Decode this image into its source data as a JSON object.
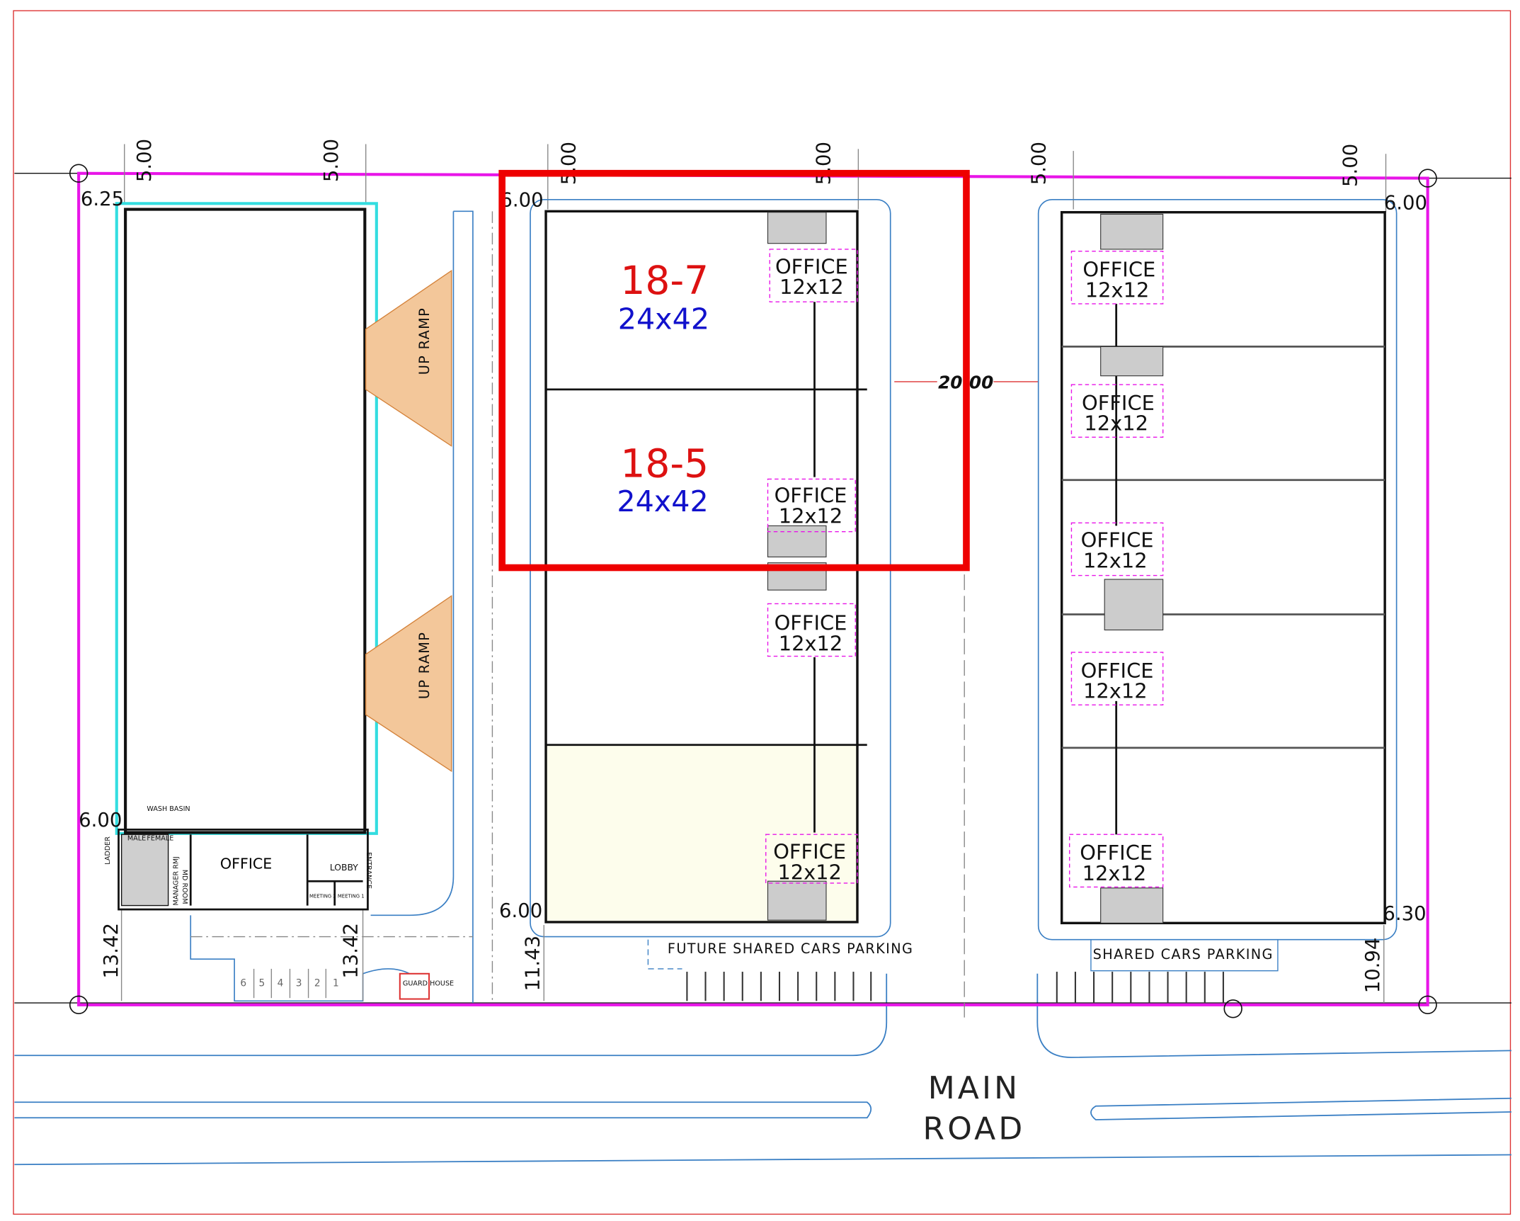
{
  "dimensions": {
    "top_setbacks": [
      "5.00",
      "5.00",
      "5.00",
      "5.00",
      "5.00",
      "5.00"
    ],
    "left_front": "6.25",
    "left_rear": "6.00",
    "left_road_1": "13.42",
    "left_road_2": "13.42",
    "mid_front": "6.00",
    "mid_rear": "6.00",
    "mid_road": "11.43",
    "right_front": "6.00",
    "right_rear": "6.30",
    "right_road": "10.94",
    "gap": "20.00"
  },
  "left_building": {
    "ramps": [
      "UP RAMP",
      "UP RAMP"
    ],
    "wash_basin": "WASH BASIN",
    "male": "MALE",
    "female": "FEMALE",
    "ladder": "LADDER",
    "md_room": "MD ROOM",
    "manager_room": "MANAGER RMJ",
    "office": "OFFICE",
    "lobby": "LOBBY",
    "entrance": "ENTRANCE",
    "meeting_2": "MEETING 2",
    "meeting_1": "MEETING 1",
    "guard_house": "GUARD HOUSE",
    "parking_numbers": [
      "6",
      "5",
      "4",
      "3",
      "2",
      "1"
    ]
  },
  "middle_building": {
    "units": [
      {
        "id": "18-7",
        "size": "24x42"
      },
      {
        "id": "18-5",
        "size": "24x42"
      }
    ],
    "offices": [
      {
        "label": "OFFICE",
        "size": "12x12"
      },
      {
        "label": "OFFICE",
        "size": "12x12"
      },
      {
        "label": "OFFICE",
        "size": "12x12"
      },
      {
        "label": "OFFICE",
        "size": "12x12"
      }
    ],
    "parking_label": "FUTURE  SHARED  CARS  PARKING"
  },
  "right_building": {
    "offices": [
      {
        "label": "OFFICE",
        "size": "12x12"
      },
      {
        "label": "OFFICE",
        "size": "12x12"
      },
      {
        "label": "OFFICE",
        "size": "12x12"
      },
      {
        "label": "OFFICE",
        "size": "12x12"
      },
      {
        "label": "OFFICE",
        "size": "12x12"
      }
    ],
    "parking_label": "SHARED  CARS  PARKING"
  },
  "road": {
    "line1": "MAIN",
    "line2": "ROAD"
  },
  "colors": {
    "boundary": "#e815e8",
    "highlight": "#ee0000",
    "unit_id": "#dd1111",
    "unit_size": "#1111cc",
    "outline": "#3a7fc4",
    "ramp": "#d4823a",
    "future": "#fdfdec"
  }
}
